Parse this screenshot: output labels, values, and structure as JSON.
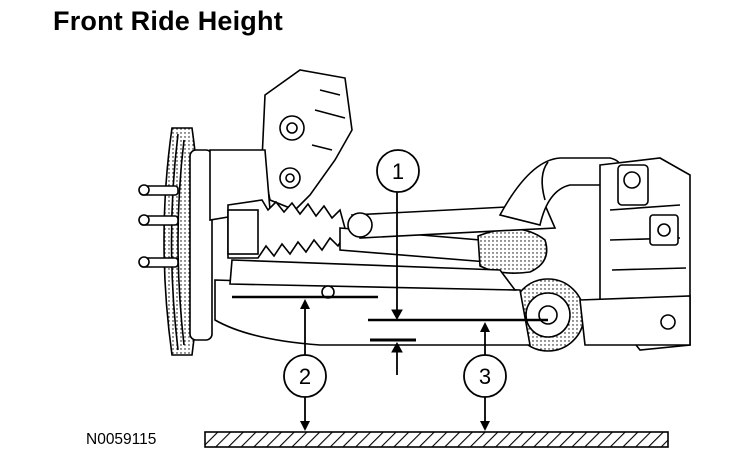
{
  "title": "Front Ride Height",
  "figure_id": "N0059115",
  "callouts": [
    {
      "number": "1"
    },
    {
      "number": "2"
    },
    {
      "number": "3"
    }
  ],
  "colors": {
    "ink": "#000000",
    "paper": "#ffffff",
    "shade": "#d9d9d9"
  }
}
